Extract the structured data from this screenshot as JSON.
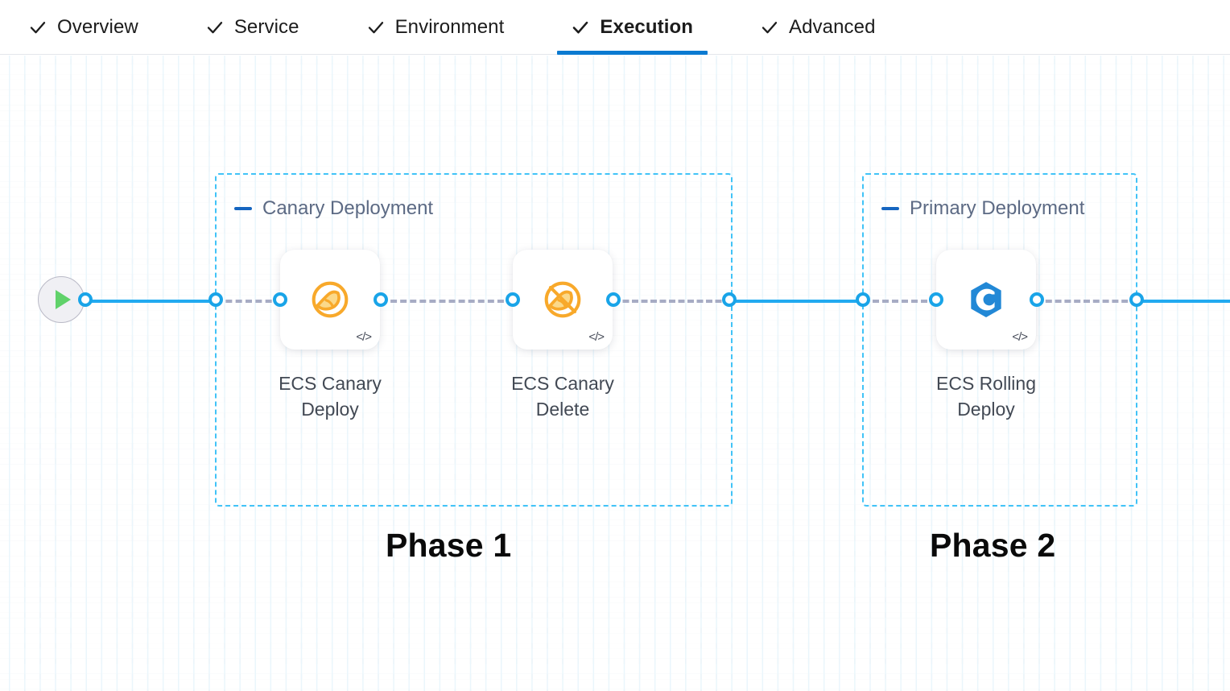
{
  "tabs": [
    {
      "label": "Overview",
      "icon": "check-icon",
      "active": false
    },
    {
      "label": "Service",
      "icon": "check-icon",
      "active": false
    },
    {
      "label": "Environment",
      "icon": "check-icon",
      "active": false
    },
    {
      "label": "Execution",
      "icon": "check-icon",
      "active": true
    },
    {
      "label": "Advanced",
      "icon": "check-icon",
      "active": false
    }
  ],
  "pipeline": {
    "start_node": {
      "icon": "play-icon",
      "name": "start-node"
    },
    "groups": [
      {
        "title": "Canary Deployment",
        "collapse_icon": "minus-icon",
        "phase_label": "Phase 1",
        "steps": [
          {
            "label": "ECS Canary\nDeploy",
            "icon": "canary-bird-icon",
            "badge": "</>"
          },
          {
            "label": "ECS Canary\nDelete",
            "icon": "canary-bird-slash-icon",
            "badge": "</>"
          }
        ]
      },
      {
        "title": "Primary Deployment",
        "collapse_icon": "minus-icon",
        "phase_label": "Phase 2",
        "steps": [
          {
            "label": "ECS Rolling\nDeploy",
            "icon": "ecs-hexagon-icon",
            "badge": "</>"
          }
        ]
      }
    ]
  },
  "colors": {
    "accent_blue": "#0b7ad1",
    "edge_blue": "#22aaf0",
    "edge_grey": "#a7acc4",
    "group_border": "#41c3f7",
    "canary_orange": "#f5a623",
    "ecs_blue": "#2288d6",
    "play_green": "#60d26a",
    "group_title": "#5c6a84",
    "node_label": "#424954"
  }
}
